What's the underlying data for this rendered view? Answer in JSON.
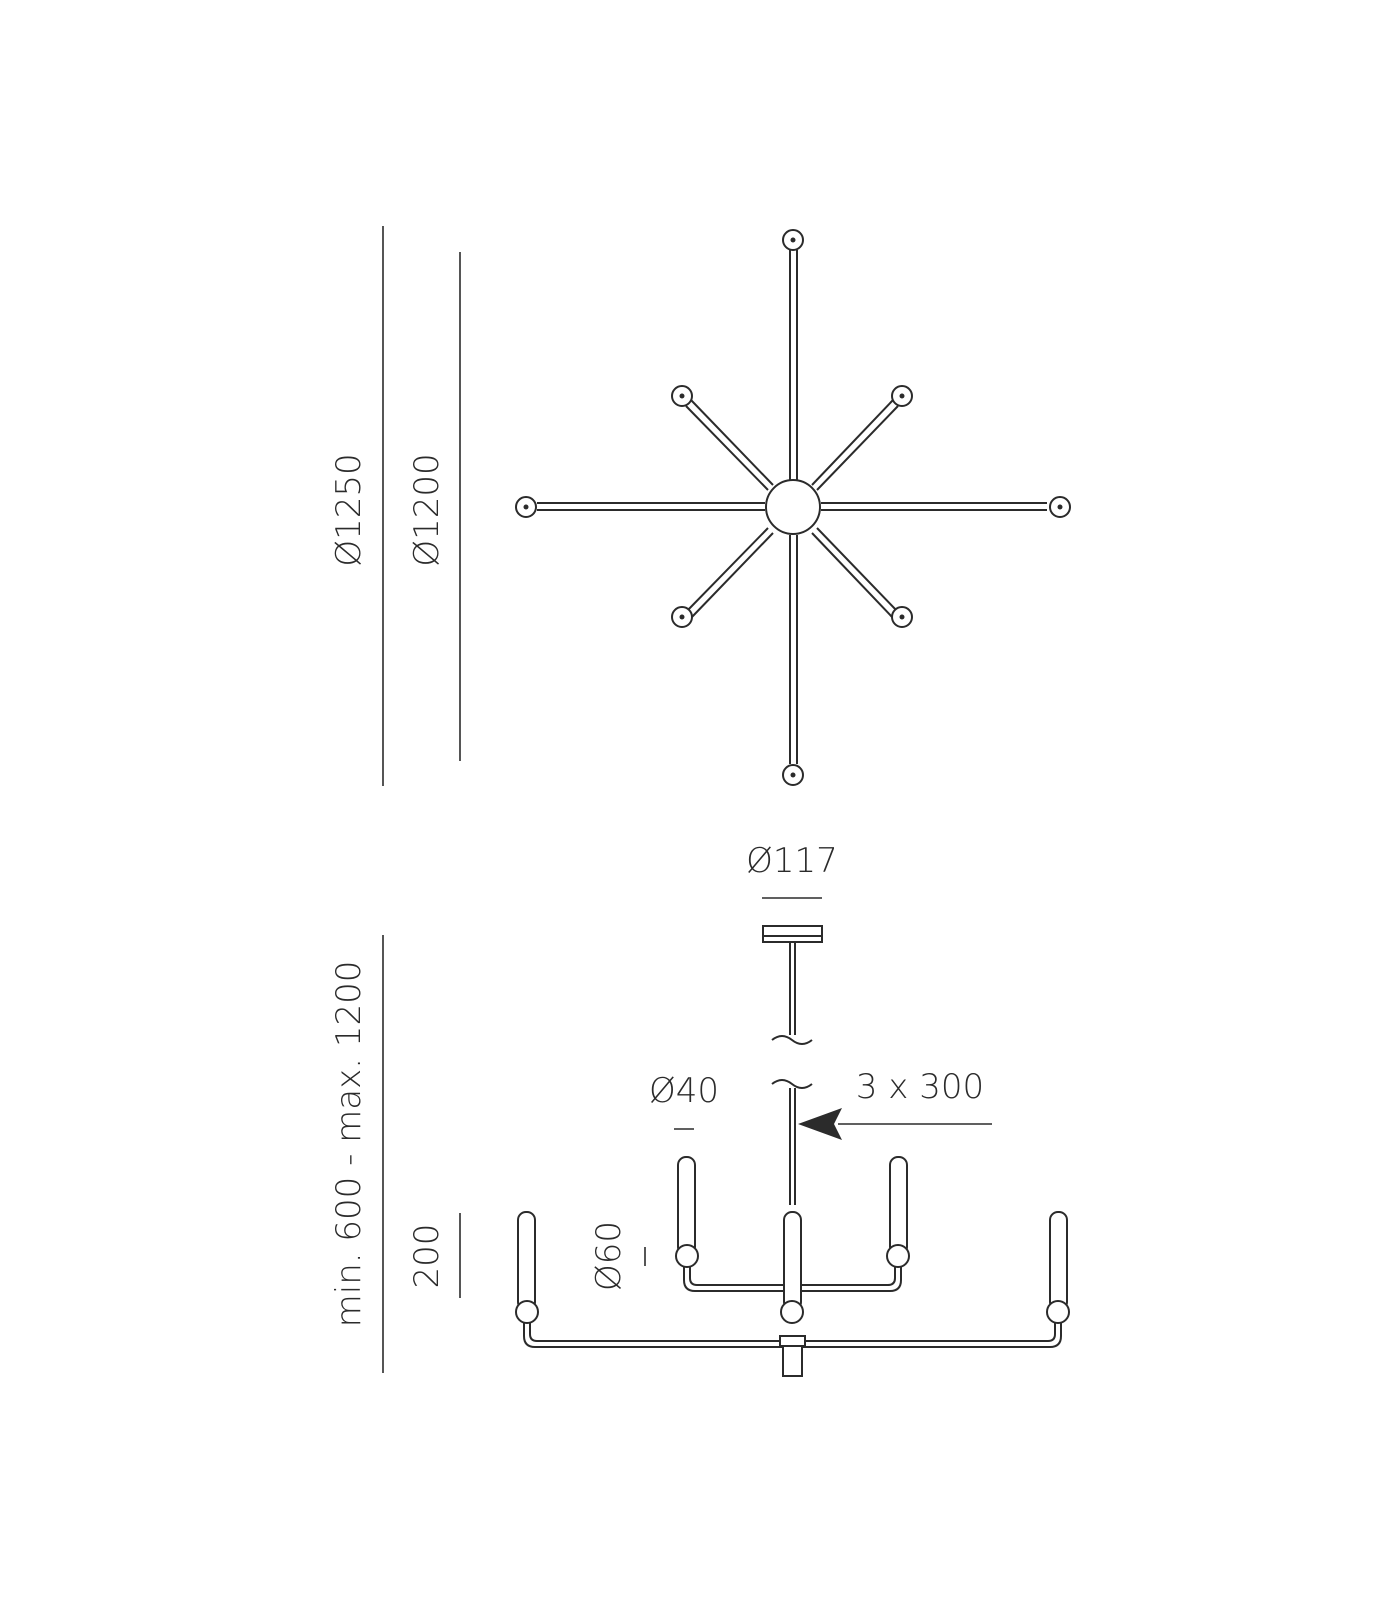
{
  "dimensions": {
    "outer_diameter": "Ø1250",
    "arm_span_diameter": "Ø1200",
    "canopy_diameter": "Ø117",
    "bulb_diameter": "Ø40",
    "cable_length": "3 x 300",
    "height_range": "min. 600 - max. 1200",
    "arm_height": "200",
    "globe_diameter": "Ø60"
  },
  "colors": {
    "line": "#2b2b2b",
    "background": "#ffffff"
  }
}
